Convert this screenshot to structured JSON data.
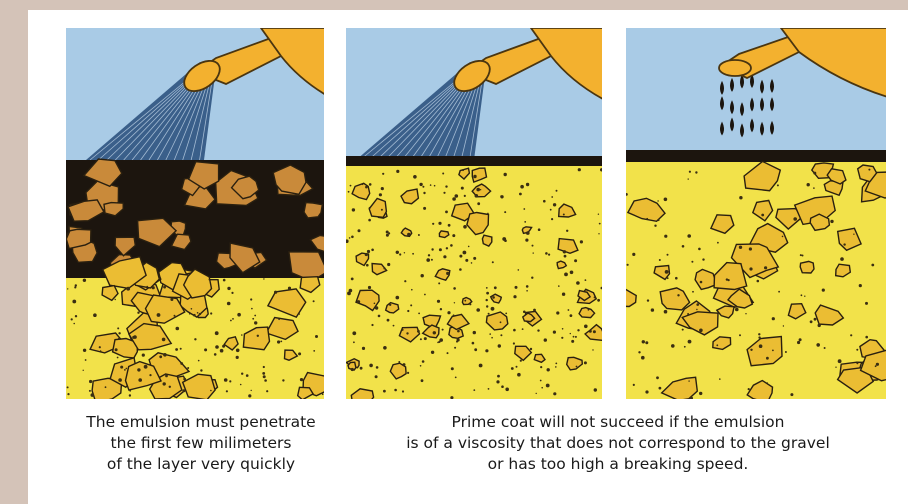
{
  "caption_left": {
    "line1": "The emulsion  must penetrate",
    "line2": "the first few milimeters",
    "line3": "of the layer very quickly"
  },
  "caption_right": {
    "line1": "Prime coat will not succeed if the emulsion",
    "line2": "is of a viscosity that does not correspond to the gravel",
    "line3": "or has too high a breaking speed."
  },
  "colors": {
    "background": "#d4c3b8",
    "sky": "#a9cbe6",
    "can": "#f3b12f",
    "spray": "#3a5f8a",
    "gravel": "#f2e24a",
    "stone": "#ebbd33",
    "bitumen": "#1c150e"
  },
  "panels": [
    {
      "id": "penetrating-layer",
      "spray": "stream",
      "black_depth": "deep"
    },
    {
      "id": "thin-surface-film",
      "spray": "stream",
      "black_depth": "thin"
    },
    {
      "id": "droplets-surface-film",
      "spray": "drops",
      "black_depth": "thin"
    }
  ]
}
